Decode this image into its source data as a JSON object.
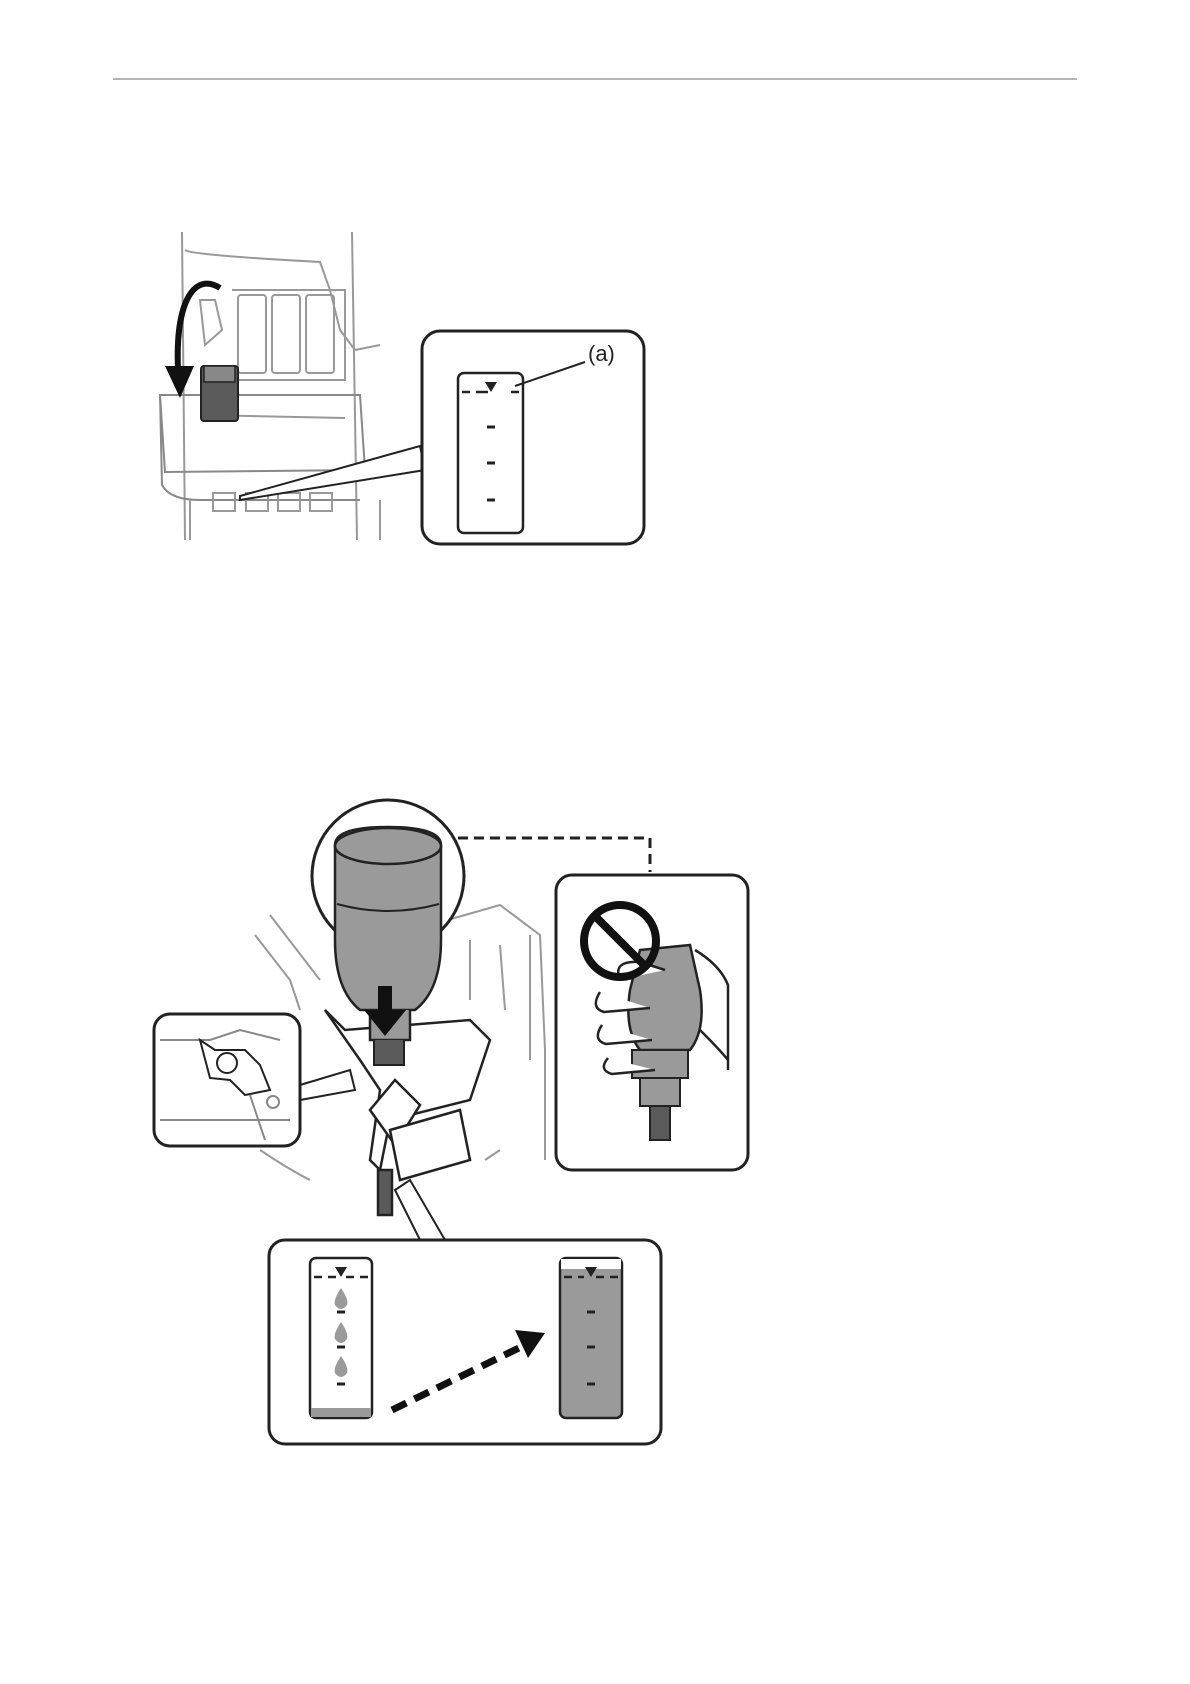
{
  "figure1": {
    "callout_label": "(a)",
    "icons": [
      "tank-cap-close-arrow-icon",
      "ink-level-window-icon"
    ]
  },
  "figure2": {
    "icons": [
      "push-down-arrow-icon",
      "prohibited-icon",
      "squeeze-bottle-hand-icon",
      "ink-drop-icon",
      "fill-progress-arrow-icon"
    ],
    "ink_fill_before": 0.06,
    "ink_fill_after": 0.95
  },
  "colors": {
    "ink_gray": "#9a9a9a",
    "dark_gray": "#5a5a5a",
    "line": "#222222"
  }
}
